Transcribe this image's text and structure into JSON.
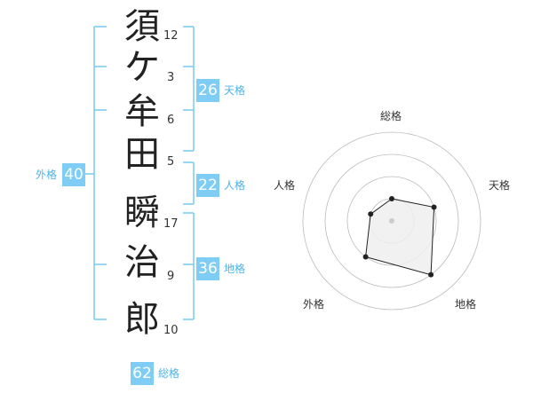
{
  "name": {
    "surname": [
      {
        "char": "須",
        "strokes": "12"
      },
      {
        "char": "ケ",
        "strokes": "3"
      },
      {
        "char": "牟",
        "strokes": "6"
      },
      {
        "char": "田",
        "strokes": "5"
      }
    ],
    "given": [
      {
        "char": "瞬",
        "strokes": "17"
      },
      {
        "char": "治",
        "strokes": "9"
      },
      {
        "char": "郎",
        "strokes": "10"
      }
    ]
  },
  "fortunes": {
    "tenkaku": {
      "value": "26",
      "label": "天格"
    },
    "jinkaku": {
      "value": "22",
      "label": "人格"
    },
    "chikaku": {
      "value": "36",
      "label": "地格"
    },
    "gaikaku": {
      "value": "40",
      "label": "外格"
    },
    "soukaku": {
      "value": "62",
      "label": "総格"
    }
  },
  "chart_data": {
    "type": "radar",
    "axes": [
      "総格",
      "天格",
      "地格",
      "外格",
      "人格"
    ],
    "scale": {
      "min": 0,
      "max": 4,
      "rings": 4
    },
    "values": [
      1,
      2,
      3,
      2,
      1
    ],
    "grid": true,
    "colors": {
      "ring": "#bbbbbb",
      "fill": "#eeeeee",
      "stroke": "#222222",
      "center": "#cccccc"
    }
  },
  "colors": {
    "accent": "#7fcdf4",
    "accent_text": "#4db3e6",
    "text": "#222222"
  }
}
